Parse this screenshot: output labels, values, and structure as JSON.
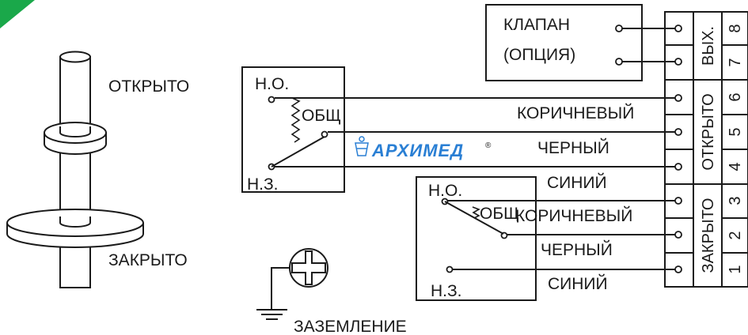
{
  "corner": {
    "color": "#1aa84a"
  },
  "shaft": {
    "open_label": "ОТКРЫТО",
    "closed_label": "ЗАКРЫТО"
  },
  "valve_box": {
    "line1": "КЛАПАН",
    "line2": "(ОПЦИЯ)"
  },
  "switch1": {
    "no": "Н.О.",
    "com": "ОБЩ",
    "nc": "Н.З."
  },
  "switch2": {
    "no": "Н.О.",
    "com": "ОБЩ",
    "nc": "Н.З."
  },
  "wires": {
    "s1_brown": "КОРИЧНЕВЫЙ",
    "s1_black": "ЧЕРНЫЙ",
    "s1_blue": "СИНИЙ",
    "s2_brown": "КОРИЧНЕВЫЙ",
    "s2_black": "ЧЕРНЫЙ",
    "s2_blue": "СИНИЙ"
  },
  "ground": {
    "label": "ЗАЗЕМЛЕНИЕ"
  },
  "logo": {
    "text": "АРХИМЕД",
    "reg": "®",
    "color": "#2a7fd4"
  },
  "terminal_block": {
    "numbers": [
      "8",
      "7",
      "6",
      "5",
      "4",
      "3",
      "2",
      "1"
    ],
    "group_out": "ВЫХ.",
    "group_open": "ОТКРЫТО",
    "group_closed": "ЗАКРЫТО"
  }
}
